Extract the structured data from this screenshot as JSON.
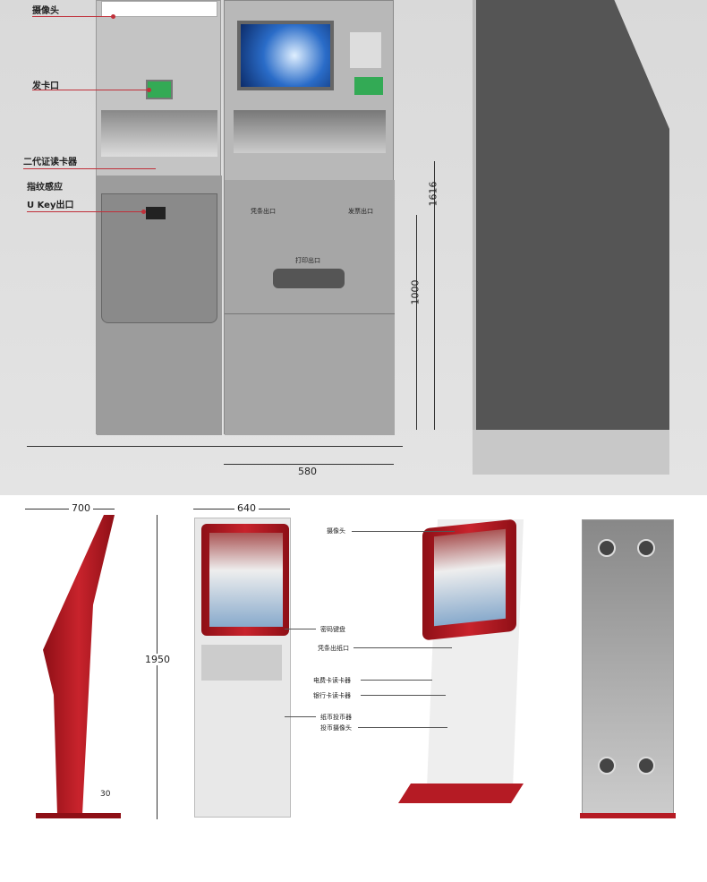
{
  "top_callouts": [
    "摄像头",
    "发卡口",
    "二代证读卡器",
    "指纹感应",
    "U Key出口"
  ],
  "top_kiosk_slots": [
    "凭条出口",
    "发票出口",
    "打印出口"
  ],
  "top_dimensions": {
    "height_total": "1616",
    "height_lower": "1000",
    "width": "580"
  },
  "bottom_dimensions": {
    "depth": "700",
    "width": "640",
    "height": "1950",
    "base": "30"
  },
  "bottom_callouts": [
    "摄像头",
    "密码键盘",
    "凭条出纸口",
    "电费卡读卡器",
    "银行卡读卡器",
    "纸币投币器",
    "投币摄像头"
  ],
  "colors": {
    "accent_red": "#c0303a",
    "kiosk_red": "#b51b24"
  }
}
